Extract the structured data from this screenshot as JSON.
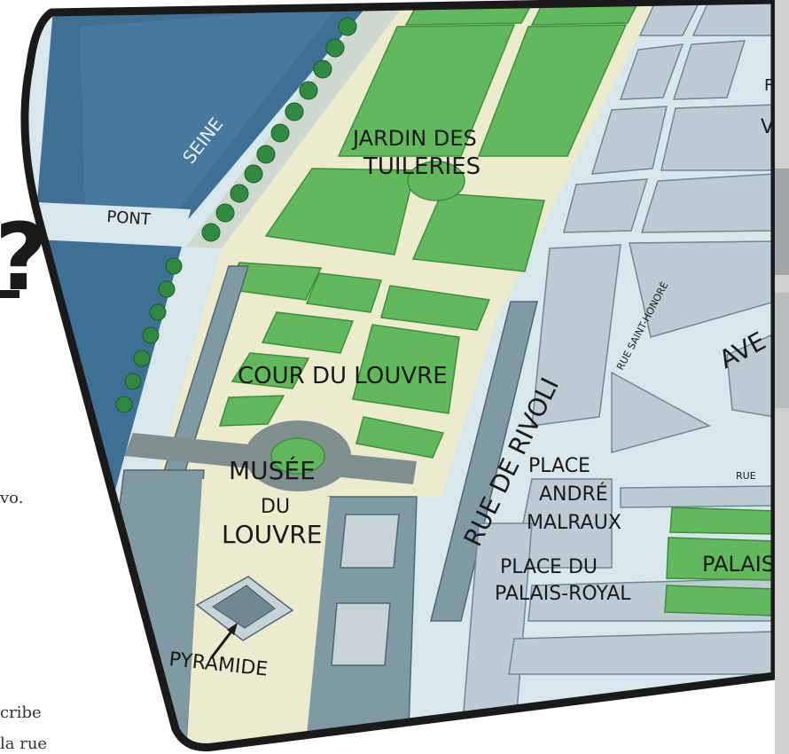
{
  "page": {
    "question_mark": "?",
    "fragment_vo": "vo.",
    "fragment_cribe": "cribe",
    "fragment_la_rue": "la rue"
  },
  "map": {
    "labels": {
      "seine": "SEINE",
      "pont": "PONT",
      "jardin_line1": "JARDIN DES",
      "jardin_line2": "TUILERIES",
      "cour": "COUR DU LOUVRE",
      "musee_line1": "MUSÉE",
      "musee_line2": "DU",
      "musee_line3": "LOUVRE",
      "pyramide": "PYRAMIDE",
      "rue_rivoli": "RUE DE RIVOLI",
      "rue_st_honore": "RUE SAINT-HONORÉ",
      "place_malraux_line1": "PLACE",
      "place_malraux_line2": "ANDRÉ",
      "place_malraux_line3": "MALRAUX",
      "place_palais_line1": "PLACE DU",
      "place_palais_line2": "PALAIS-ROYAL",
      "palais": "PALAIS",
      "avenue": "AVE",
      "rue_right": "RUE",
      "top_right_cut": "F",
      "top_right_cut2": "V"
    },
    "colors": {
      "water": "#3e6f94",
      "water_light": "#5a8cb2",
      "garden": "#62b85c",
      "garden_dark": "#3d8f3c",
      "tree": "#2f8a40",
      "sand": "#ecebcd",
      "street": "#d8e7ec",
      "block": "#bccbd4",
      "block_edge": "#6f8893",
      "building": "#7f9aa5",
      "path": "#7f8f8f",
      "frame": "#1a1a1a"
    }
  }
}
